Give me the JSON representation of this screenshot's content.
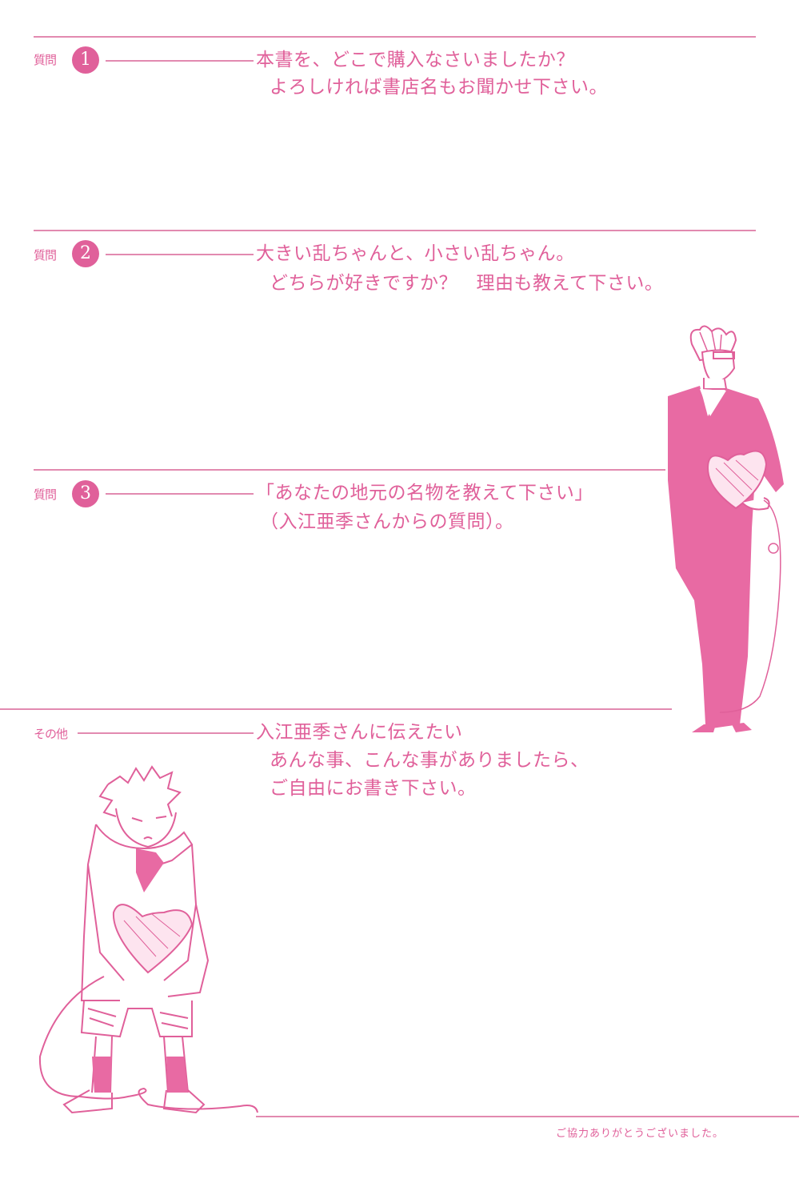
{
  "theme": {
    "accent": "#e0609a",
    "rule": "#e28ab0",
    "background": "#ffffff"
  },
  "questions": [
    {
      "label": "質問",
      "number": "1",
      "lines": [
        "本書を、どこで購入なさいましたか？",
        "よろしければ書店名もお聞かせ下さい。"
      ]
    },
    {
      "label": "質問",
      "number": "2",
      "lines": [
        "大きい乱ちゃんと、小さい乱ちゃん。",
        "どちらが好きですか？　理由も教えて下さい。"
      ]
    },
    {
      "label": "質問",
      "number": "3",
      "lines": [
        "「あなたの地元の名物を教えて下さい」",
        "（入江亜季さんからの質問）。"
      ]
    },
    {
      "label": "その他",
      "number": "",
      "lines": [
        "入江亜季さんに伝えたい",
        "あんな事、こんな事がありましたら、",
        "ご自由にお書き下さい。"
      ]
    }
  ],
  "footer": {
    "thanks": "ご協力ありがとうございました。"
  },
  "illustrations": [
    {
      "name": "tall-man-in-pink-suit-holding-heart"
    },
    {
      "name": "boy-in-hoodie-holding-heart"
    }
  ]
}
